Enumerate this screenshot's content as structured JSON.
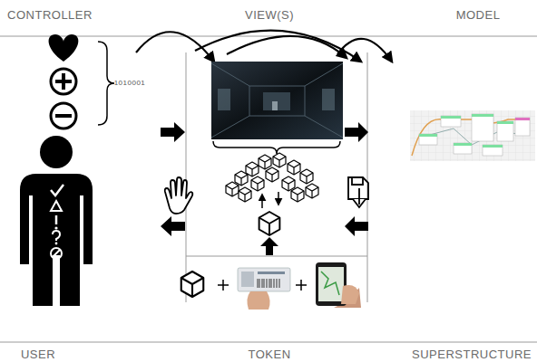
{
  "diagram": {
    "labels": [
      "CONTROLLER",
      "VIEW(S)",
      "MODEL",
      "1010001",
      "USER",
      "TOKEN",
      "SUPERSTRUCTURE"
    ]
  }
}
